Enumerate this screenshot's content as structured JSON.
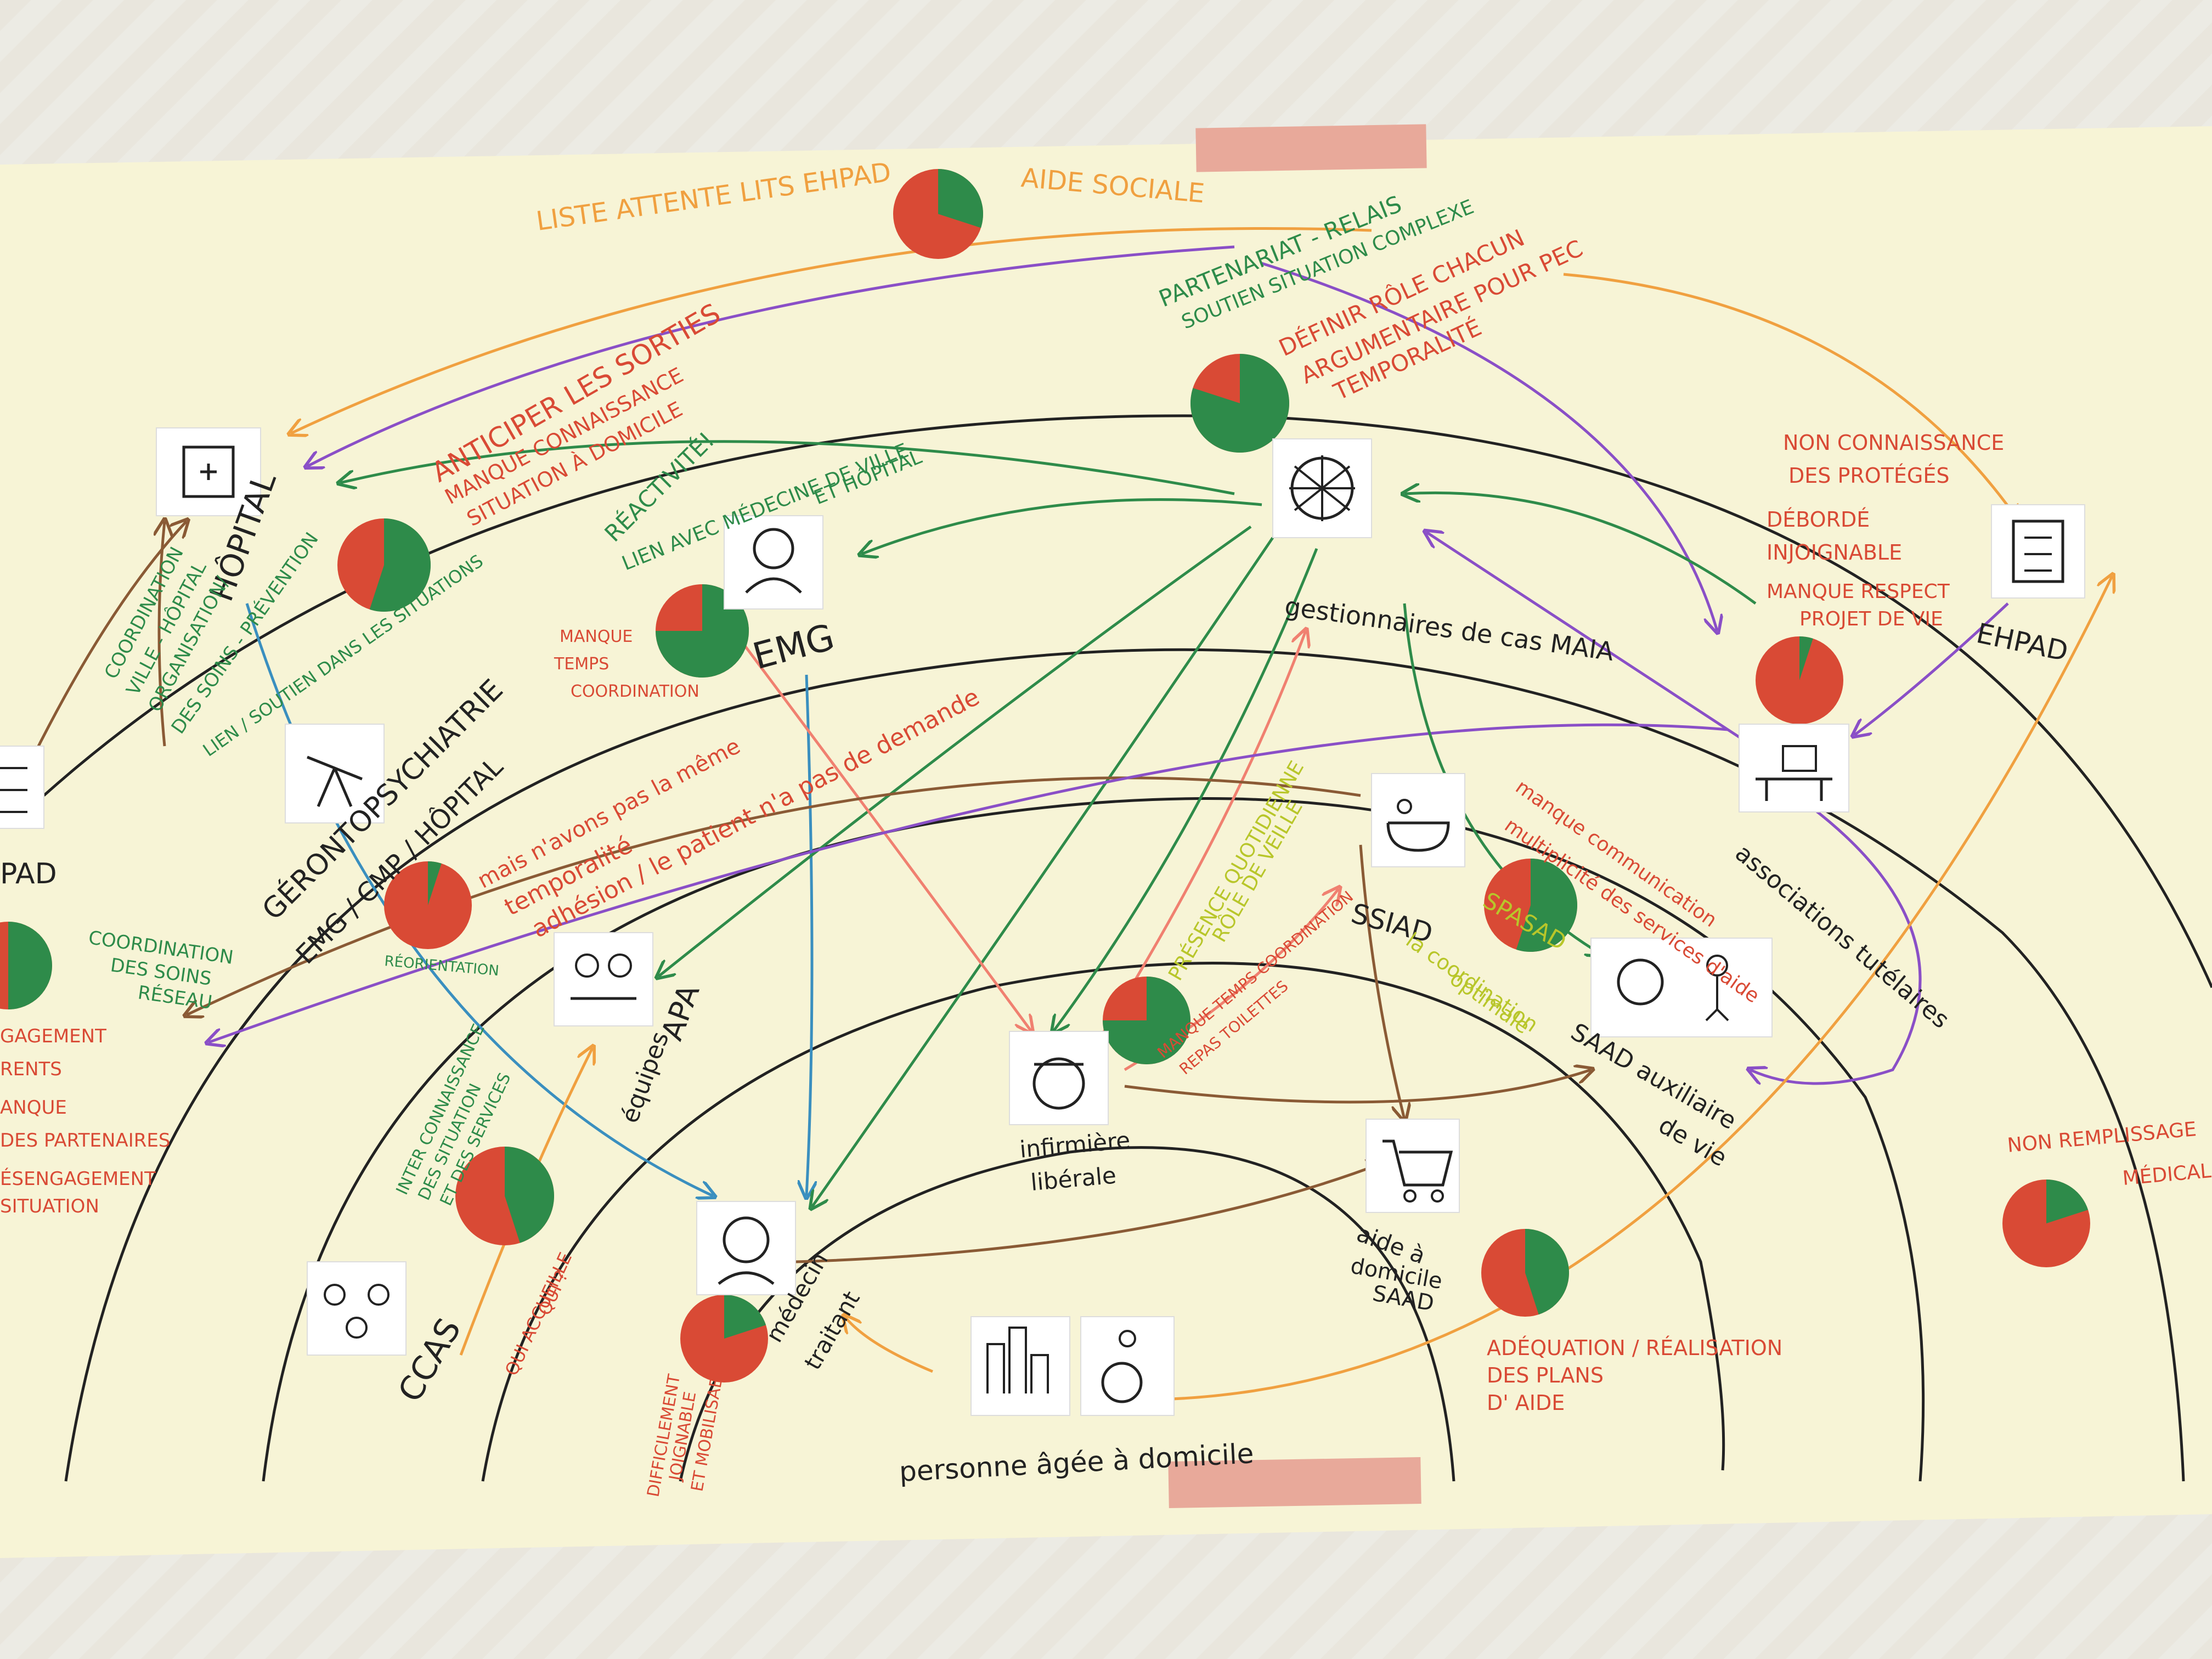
{
  "colors": {
    "green": "#2e8b4a",
    "red": "#d94a35",
    "orange": "#f0a040",
    "purple": "#8a4fc7",
    "brown": "#8a5a35",
    "blue": "#3a8fbf",
    "salmon": "#f08070",
    "black": "#222222",
    "lime": "#c8d630",
    "poster": "#f7f4d6",
    "tape": "#e8a99a"
  },
  "nodes": {
    "hopital": "HÔPITAL",
    "gestionnaires": "gestionnaires de cas MAIA",
    "emg": "EMG",
    "ehpad": "EHPAD",
    "associations": "associations tutélaires",
    "geronto_1": "GÉRONTOPSYCHIATRIE",
    "geronto_2": "EMG / CMP / HÔPITAL",
    "ssiad": "SSIAD",
    "spasad": "SPASAD",
    "apa": "APA",
    "equipes": "équipes",
    "saad_1": "SAAD auxiliaire",
    "saad_2": "de vie",
    "infirmiere_1": "infirmière",
    "infirmiere_2": "libérale",
    "aide_1": "aide à",
    "aide_2": "domicile",
    "aide_3": "SAAD",
    "medecin_1": "médecin",
    "medecin_2": "traitant",
    "ccas": "CCAS",
    "personne": "personne âgée à domicile",
    "ehpad_left": "PAD"
  },
  "notes": {
    "liste_attente": "LISTE ATTENTE LITS EHPAD",
    "aide_sociale": "AIDE SOCIALE",
    "partenariat_1": "PARTENARIAT - RELAIS",
    "partenariat_2": "SOUTIEN SITUATION COMPLEXE",
    "defini_1": "DÉFINIR RÔLE CHACUN",
    "defini_2": "ARGUMENTAIRE POUR PEC",
    "defini_3": "TEMPORALITÉ",
    "anticiper_1": "ANTICIPER LES SORTIES",
    "anticiper_2": "MANQUE CONNAISSANCE",
    "anticiper_3": "SITUATION À DOMICILE",
    "reactivite_1": "RÉACTIVITÉ!",
    "reactivite_2": "LIEN AVEC MÉDECINE DE VILLE",
    "reactivite_3": "ET HÔPITAL",
    "non_conn_1": "NON CONNAISSANCE",
    "non_conn_2": "DES PROTÉGÉS",
    "non_conn_3": "DÉBORDÉ",
    "non_conn_4": "INJOIGNABLE",
    "non_conn_5": "MANQUE RESPECT",
    "non_conn_6": "PROJET DE VIE",
    "coord_1": "COORDINATION",
    "coord_2": "VILLE - HÔPITAL",
    "coord_3": "ORGANISATION/",
    "coord_4": "DES SOINS - PRÉVENTION",
    "coord_5": "LIEN / SOUTIEN DANS LES SITUATIONS",
    "manque_temps_1": "MANQUE",
    "manque_temps_2": "TEMPS",
    "manque_temps_3": "COORDINATION",
    "pas_demande": "adhésion / le patient n'a pas de demande",
    "temporalite": "temporalité",
    "mais_avons": "mais n'avons pas la même",
    "presence_1": "PRÉSENCE QUOTIDIENNE",
    "presence_2": "RÔLE DE VEILLE",
    "manque_comm_1": "manque communication",
    "manque_comm_2": "multiplicité des services d'aide",
    "spasad_note_1": "la coordination",
    "spasad_note_2": "optimale",
    "manque_tps_coord_1": "MANQUE TEMPS COORDINATION",
    "manque_tps_coord_2": "REPAS TOILETTES",
    "coord_soins_1": "COORDINATION",
    "coord_soins_2": "DES SOINS",
    "coord_soins_3": "RÉSEAU",
    "reorientation": "RÉORIENTATION",
    "inter_conn_1": "INTER CONNAISSANCE",
    "inter_conn_2": "DES SITUATION",
    "inter_conn_3": "ET DES SERVICES",
    "qui_accueille_1": "QUI ACCUEILLE",
    "qui_accueille_2": "QUI ?",
    "difficilement_1": "DIFFICILEMENT",
    "difficilement_2": "JOIGNABLE",
    "difficilement_3": "ET MOBILISABLE",
    "adequation_1": "ADÉQUATION / RÉALISATION",
    "adequation_2": "DES PLANS",
    "adequation_3": "D' AIDE",
    "non_remplissage_1": "NON REMPLISSAGE",
    "non_remplissage_2": "MÉDICAL",
    "left_1": "GAGEMENT",
    "left_2": "RENTS",
    "left_3": "ANQUE",
    "left_4": "DES PARTENAIRES",
    "left_5": "ÉSENGAGEMENT",
    "left_6": "SITUATION"
  },
  "pies": [
    {
      "id": "pie-aide-sociale",
      "green_fraction": 0.3
    },
    {
      "id": "pie-gestionnaires",
      "green_fraction": 0.8
    },
    {
      "id": "pie-hopital",
      "green_fraction": 0.55
    },
    {
      "id": "pie-emg",
      "green_fraction": 0.75
    },
    {
      "id": "pie-ehpad",
      "green_fraction": 0.05
    },
    {
      "id": "pie-geronto",
      "green_fraction": 0.05
    },
    {
      "id": "pie-left",
      "green_fraction": 0.5
    },
    {
      "id": "pie-ssiad",
      "green_fraction": 0.55
    },
    {
      "id": "pie-infirmiere",
      "green_fraction": 0.75
    },
    {
      "id": "pie-ccas",
      "green_fraction": 0.45
    },
    {
      "id": "pie-medecin",
      "green_fraction": 0.2
    },
    {
      "id": "pie-aide",
      "green_fraction": 0.45
    },
    {
      "id": "pie-non-remplissage",
      "green_fraction": 0.2
    }
  ],
  "icons": {
    "hospital": "hospital-icon",
    "network": "network-icon",
    "emg": "strength-icon",
    "ehpad": "building-icon",
    "associations": "desk-icon",
    "geronto": "telescope-icon",
    "ssiad": "bath-icon",
    "apa": "meeting-icon",
    "saad": "cleaning-icon",
    "nurse": "nurse-icon",
    "cart": "shopping-cart-icon",
    "doctor": "doctor-icon",
    "ccas": "group-icon",
    "city": "city-icon",
    "wheelchair": "wheelchair-icon",
    "ehpad_left": "checklist-icon"
  }
}
